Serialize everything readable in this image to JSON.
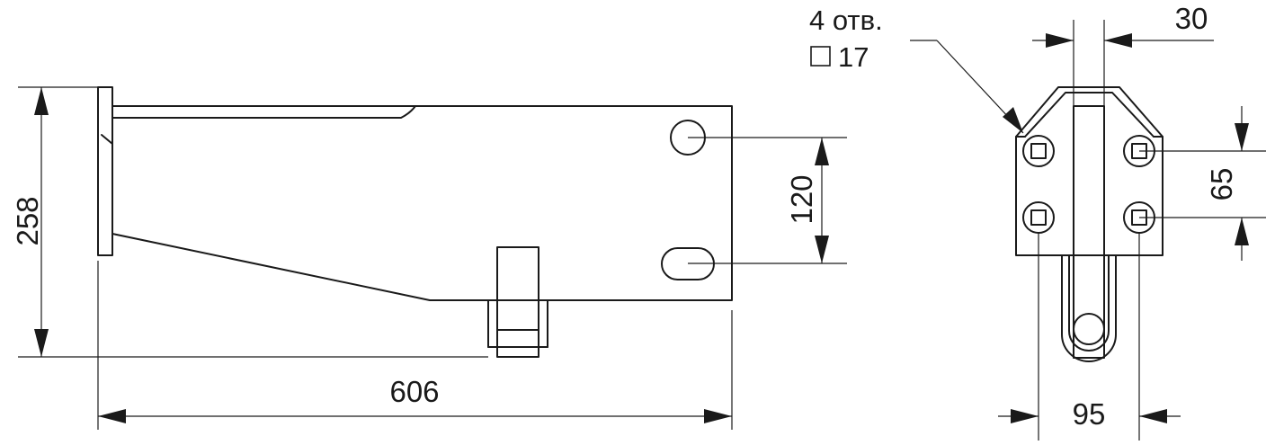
{
  "dimensions": {
    "height": "258",
    "length": "606",
    "hole_spacing_vertical": "120",
    "flange_width": "30",
    "hole_spacing_v_front": "65",
    "hole_spacing_h_front": "95"
  },
  "holes_note": {
    "line1": "4 отв.",
    "line2": "17",
    "square_symbol": "square-symbol"
  }
}
